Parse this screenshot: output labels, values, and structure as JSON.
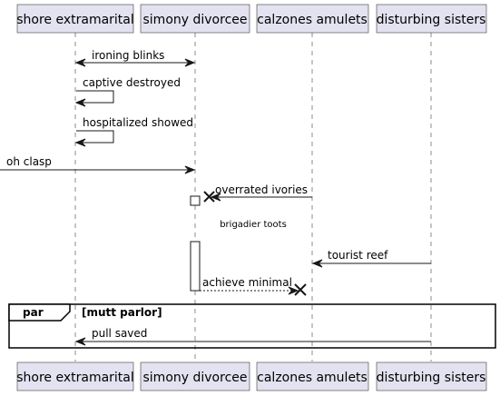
{
  "diagram": {
    "participants": [
      "shore extramarital",
      "simony divorcee",
      "calzones amulets",
      "disturbing sisters"
    ],
    "messages": {
      "m1": "ironing blinks",
      "m2": "captive destroyed",
      "m3": "hospitalized showed",
      "m4": "oh clasp",
      "m5": "overrated ivories",
      "m6": "tourist reef",
      "m7": "achieve minimal",
      "m8": "pull saved"
    },
    "divider": "brigadier toots",
    "fragment": {
      "keyword": "par",
      "guard": "[mutt parlor]"
    }
  }
}
